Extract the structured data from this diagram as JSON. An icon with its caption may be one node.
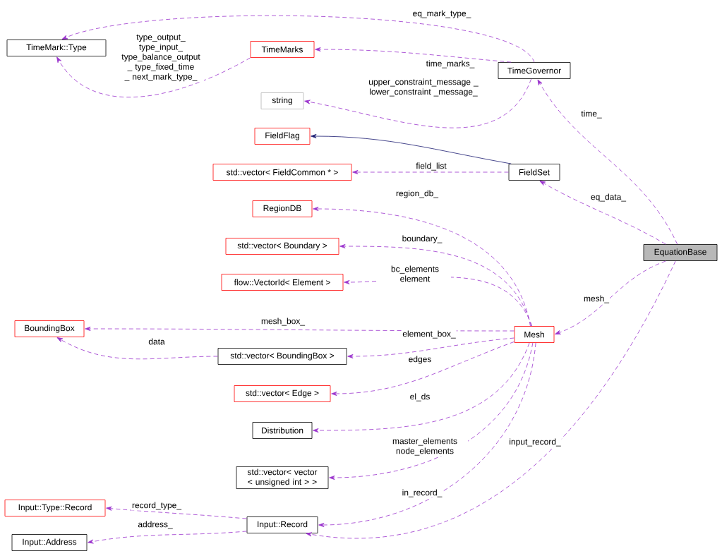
{
  "diagram": {
    "nodes": [
      {
        "text": [
          "TimeMark::Type"
        ]
      },
      {
        "text": [
          "TimeMarks"
        ]
      },
      {
        "text": [
          "string"
        ]
      },
      {
        "text": [
          "TimeGovernor"
        ]
      },
      {
        "text": [
          "FieldFlag"
        ]
      },
      {
        "text": [
          "std::vector< FieldCommon * >"
        ]
      },
      {
        "text": [
          "FieldSet"
        ]
      },
      {
        "text": [
          "RegionDB"
        ]
      },
      {
        "text": [
          "std::vector< Boundary >"
        ]
      },
      {
        "text": [
          "flow::VectorId< Element >"
        ]
      },
      {
        "text": [
          "EquationBase"
        ]
      },
      {
        "text": [
          "BoundingBox"
        ]
      },
      {
        "text": [
          "Mesh"
        ]
      },
      {
        "text": [
          "std::vector< BoundingBox >"
        ]
      },
      {
        "text": [
          "std::vector< Edge >"
        ]
      },
      {
        "text": [
          "Distribution"
        ]
      },
      {
        "text": [
          "std::vector< vector < unsigned int > >"
        ]
      },
      {
        "text": [
          "Input::Type::Record"
        ]
      },
      {
        "text": [
          "Input::Record"
        ]
      },
      {
        "text": [
          "Input::Address"
        ]
      }
    ],
    "edges": [
      {
        "from": 3,
        "to": 0,
        "arrow": "to",
        "label": "eq_mark_type_",
        "style": "dashed"
      },
      {
        "from": 1,
        "to": 0,
        "arrow": "to",
        "label": "type_output_ type_input_ type_balance_output _ type_fixed_time _ next_mark_type_",
        "style": "dashed"
      },
      {
        "from": 3,
        "to": 1,
        "arrow": "to",
        "label": "time_marks_",
        "style": "dashed"
      },
      {
        "from": 3,
        "to": 2,
        "arrow": "to",
        "label": "upper_constraint_message _ lower_constraint _message_",
        "style": "dashed"
      },
      {
        "from": 10,
        "to": 3,
        "arrow": "to",
        "label": "time_",
        "style": "dashed"
      },
      {
        "from": 6,
        "to": 4,
        "arrow": "to",
        "color": "#191970"
      },
      {
        "from": 6,
        "to": 5,
        "arrow": "to",
        "label": "field_list",
        "style": "dashed"
      },
      {
        "from": 10,
        "to": 6,
        "arrow": "to",
        "label": "eq_data_",
        "style": "dashed"
      },
      {
        "from": 12,
        "to": 7,
        "arrow": "to",
        "label": "region_db_",
        "style": "dashed"
      },
      {
        "from": 12,
        "to": 8,
        "arrow": "to",
        "label": "boundary_",
        "style": "dashed"
      },
      {
        "from": 12,
        "to": 9,
        "arrow": "to",
        "label": "bc_elements element",
        "style": "dashed"
      },
      {
        "from": 10,
        "to": 12,
        "arrow": "to",
        "label": "mesh_",
        "style": "dashed"
      },
      {
        "from": 12,
        "to": 11,
        "arrow": "to",
        "label": "mesh_box_",
        "style": "dashed"
      },
      {
        "from": 13,
        "to": 11,
        "arrow": "to",
        "label": "data",
        "style": "dashed"
      },
      {
        "from": 12,
        "to": 13,
        "arrow": "to",
        "label": "element_box_",
        "style": "dashed"
      },
      {
        "from": 12,
        "to": 14,
        "arrow": "to",
        "label": "edges",
        "style": "dashed"
      },
      {
        "from": 12,
        "to": 15,
        "arrow": "to",
        "label": "el_ds",
        "style": "dashed"
      },
      {
        "from": 12,
        "to": 16,
        "arrow": "to",
        "label": "master_elements node_elements",
        "style": "dashed"
      },
      {
        "from": 12,
        "to": 18,
        "arrow": "to",
        "label": "in_record_",
        "style": "dashed"
      },
      {
        "from": 10,
        "to": 18,
        "arrow": "to",
        "label": "input_record_",
        "style": "dashed"
      },
      {
        "from": 18,
        "to": 17,
        "arrow": "to",
        "label": "record_type_",
        "style": "dashed"
      },
      {
        "from": 18,
        "to": 19,
        "arrow": "to",
        "label": "address_",
        "style": "dashed"
      }
    ]
  }
}
